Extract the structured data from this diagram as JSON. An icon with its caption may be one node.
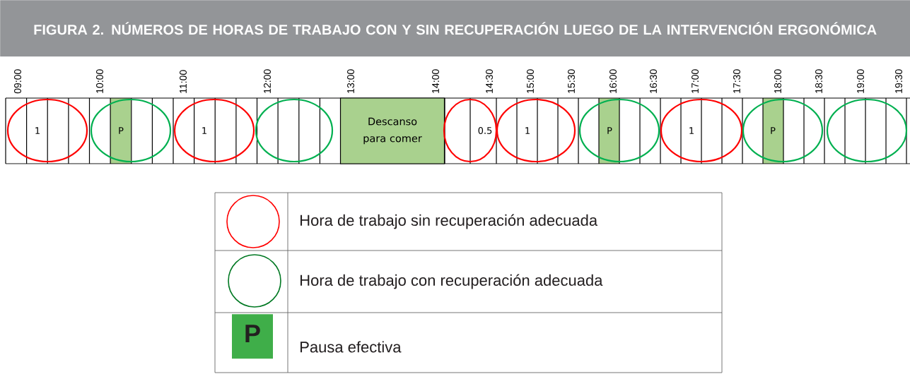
{
  "diagram": {
    "title": "FIGURA 2. NÚMEROS DE HORAS DE TRABAJO CON Y SIN RECUPERACIÓN LUEGO DE LA INTERVENCIÓN ERGONÓMICA",
    "nodes": [
      {
        "text": [
          "1"
        ]
      },
      {
        "text": [
          "P"
        ]
      },
      {
        "text": [
          "1"
        ]
      },
      {
        "text": [],
        "shape": "circle"
      },
      {
        "text": [
          "Descanso para comer"
        ]
      },
      {
        "text": [
          "0.5"
        ]
      },
      {
        "text": [
          "1"
        ]
      },
      {
        "text": [
          "P"
        ]
      },
      {
        "text": [
          "1"
        ]
      },
      {
        "text": [
          "P"
        ]
      },
      {
        "text": [],
        "shape": "circle"
      }
    ],
    "labels": [
      "09:00",
      "10:00",
      "11:00",
      "12:00",
      "13:00",
      "14:00",
      "14:30",
      "15:00",
      "15:30",
      "16:00",
      "16:30",
      "17:00",
      "17:30",
      "18:00",
      "18:30",
      "19:00",
      "19:30",
      "P"
    ],
    "legend": [
      {
        "text": "Hora de trabajo sin recuperación adecuada"
      },
      {
        "text": "Hora de trabajo con recuperación adecuada"
      },
      {
        "text": "Pausa efectiva"
      }
    ]
  }
}
